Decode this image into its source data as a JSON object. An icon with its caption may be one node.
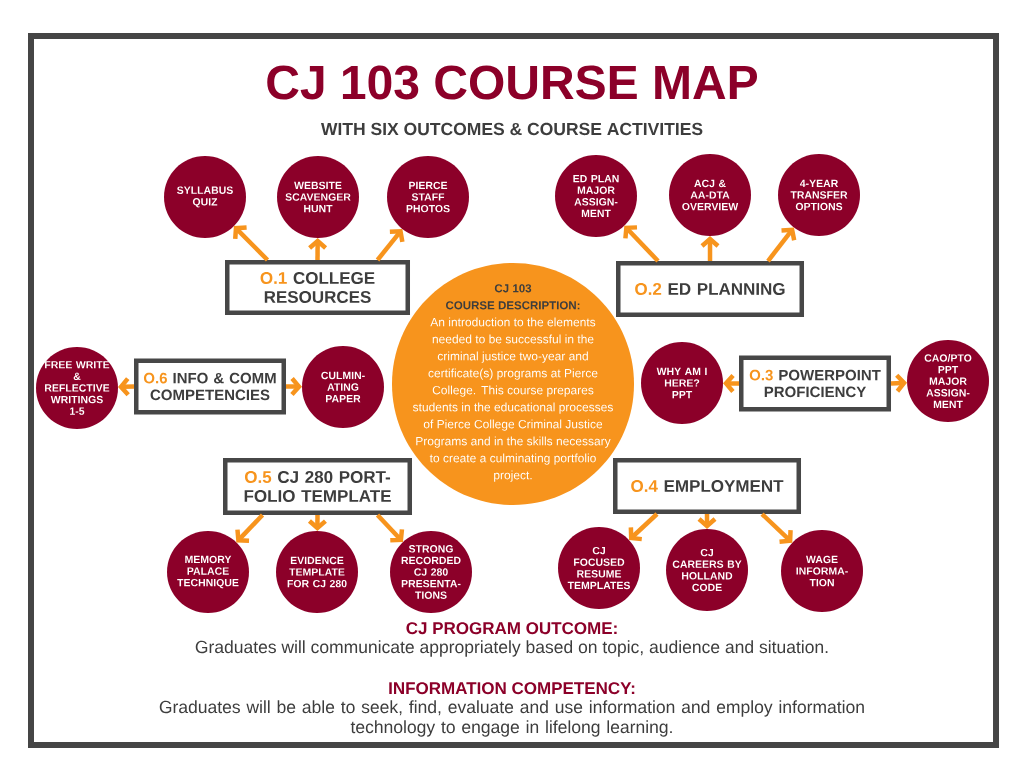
{
  "diagram": {
    "title": "CJ 103 COURSE MAP",
    "nodes": [
      {
        "text": [
          "SYLLABUS QUIZ"
        ]
      },
      {
        "text": [
          "WEBSITE SCAVENGER HUNT"
        ]
      },
      {
        "text": [
          "PIERCE STAFF PHOTOS"
        ]
      },
      {
        "text": [
          "ED PLAN MAJOR ASSIGN- MENT"
        ]
      },
      {
        "text": [
          "ACJ & AA-DTA OVERVIEW"
        ]
      },
      {
        "text": [
          "4-YEAR TRANSFER OPTIONS"
        ]
      },
      {
        "text": [
          "O.1",
          "COLLEGE RESOURCES"
        ]
      },
      {
        "text": [
          "O.2",
          "ED PLANNING"
        ]
      },
      {
        "text": [
          "CJ 103 COURSE DESCRIPTION:",
          "An introduction to the elements needed to be successful in the criminal justice two-year and certificate(s) programs at Pierce College. This course prepares students in the educational processes of Pierce College Criminal Justice Programs and in the skills necessary to create a culminating portfolio project."
        ]
      },
      {
        "text": [
          "FREE WRITE & REFLECTIVE WRITINGS 1-5"
        ]
      },
      {
        "text": [
          "O.6",
          "INFO & COMM COMPETENCIES"
        ]
      },
      {
        "text": [
          "CULMIN- ATING PAPER"
        ]
      },
      {
        "text": [
          "WHY AM I HERE? PPT"
        ]
      },
      {
        "text": [
          "O.3",
          "POWERPOINT PROFICIENCY"
        ]
      },
      {
        "text": [
          "CAO/PTO PPT MAJOR ASSIGN- MENT"
        ]
      },
      {
        "text": [
          "O.5",
          "CJ 280 PORT- FOLIO TEMPLATE"
        ]
      },
      {
        "text": [
          "O.4",
          "EMPLOYMENT"
        ]
      },
      {
        "text": [
          "MEMORY PALACE TECHNIQUE"
        ]
      },
      {
        "text": [
          "EVIDENCE TEMPLATE FOR CJ 280"
        ]
      },
      {
        "text": [
          "STRONG RECORDED CJ 280 PRESENTA- TIONS"
        ]
      },
      {
        "text": [
          "CJ FOCUSED RESUME TEMPLATES"
        ]
      },
      {
        "text": [
          "CJ CAREERS BY HOLLAND CODE"
        ]
      },
      {
        "text": [
          "WAGE INFORMA- TION"
        ]
      }
    ],
    "edges": [
      {
        "from": 6,
        "to": 0,
        "arrow": "to"
      },
      {
        "from": 6,
        "to": 1,
        "arrow": "to"
      },
      {
        "from": 6,
        "to": 2,
        "arrow": "to"
      },
      {
        "from": 7,
        "to": 3,
        "arrow": "to"
      },
      {
        "from": 7,
        "to": 4,
        "arrow": "to"
      },
      {
        "from": 7,
        "to": 5,
        "arrow": "to"
      },
      {
        "from": 10,
        "to": 9,
        "arrow": "to"
      },
      {
        "from": 10,
        "to": 11,
        "arrow": "to"
      },
      {
        "from": 13,
        "to": 12,
        "arrow": "to"
      },
      {
        "from": 13,
        "to": 14,
        "arrow": "to"
      },
      {
        "from": 15,
        "to": 17,
        "arrow": "to"
      },
      {
        "from": 15,
        "to": 18,
        "arrow": "to"
      },
      {
        "from": 15,
        "to": 19,
        "arrow": "to"
      },
      {
        "from": 16,
        "to": 20,
        "arrow": "to"
      },
      {
        "from": 16,
        "to": 21,
        "arrow": "to"
      },
      {
        "from": 16,
        "to": 22,
        "arrow": "to"
      }
    ],
    "labels": [
      "WITH SIX OUTCOMES & COURSE ACTIVITIES",
      "CJ PROGRAM OUTCOME:",
      "Graduates will communicate appropriately based on topic, audience and situation.",
      "INFORMATION COMPETENCY:",
      "Graduates will be able to seek, find, evaluate and use information and employ information technology to engage in lifelong learning."
    ]
  }
}
